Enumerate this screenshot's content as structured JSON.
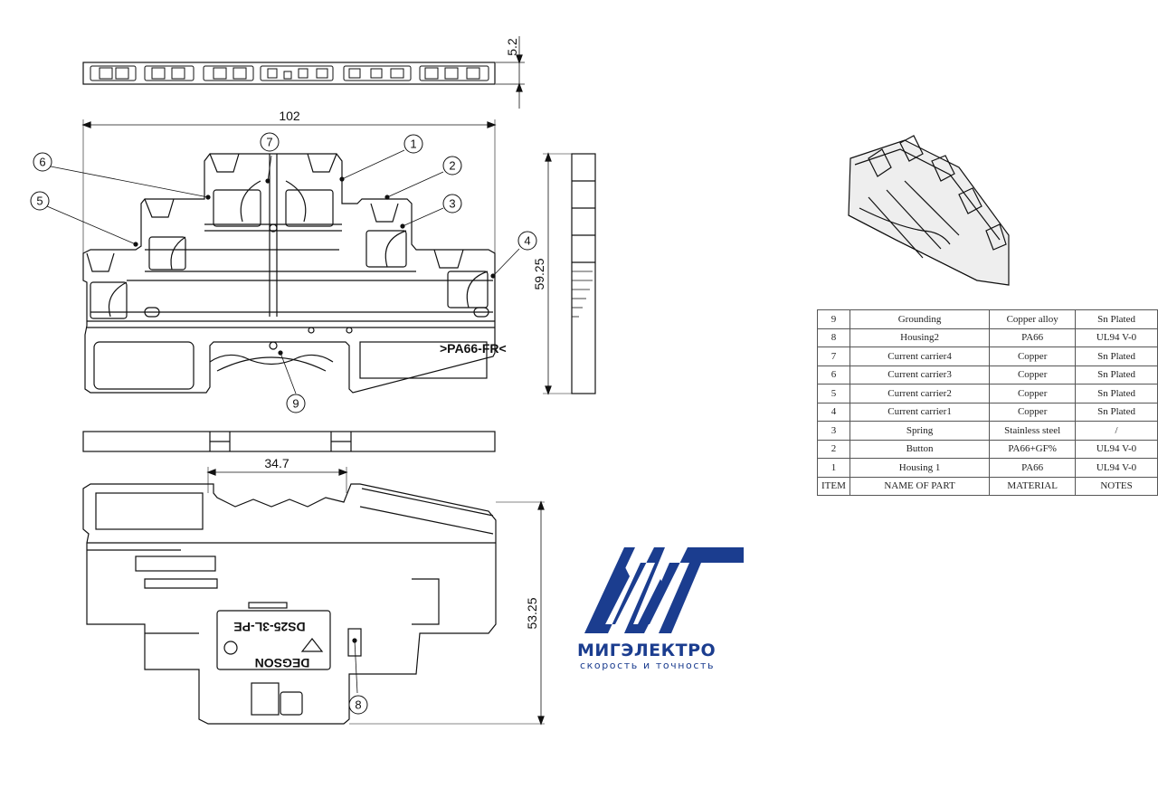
{
  "dimensions": {
    "top_height": "5.2",
    "width": "102",
    "height_side": "59.25",
    "offset_bottom": "34.7",
    "height_bottom": "53.25"
  },
  "balloons": [
    "1",
    "2",
    "3",
    "4",
    "5",
    "6",
    "7",
    "8",
    "9"
  ],
  "marking": {
    "housing_text": ">PA66-FR<",
    "label_line1": "DS25-3L-PE",
    "label_line2": "DEGSON"
  },
  "bom": {
    "rows": [
      {
        "item": "9",
        "name": "Grounding",
        "material": "Copper alloy",
        "notes": "Sn Plated"
      },
      {
        "item": "8",
        "name": "Housing2",
        "material": "PA66",
        "notes": "UL94 V-0"
      },
      {
        "item": "7",
        "name": "Current carrier4",
        "material": "Copper",
        "notes": "Sn Plated"
      },
      {
        "item": "6",
        "name": "Current carrier3",
        "material": "Copper",
        "notes": "Sn Plated"
      },
      {
        "item": "5",
        "name": "Current carrier2",
        "material": "Copper",
        "notes": "Sn Plated"
      },
      {
        "item": "4",
        "name": "Current carrier1",
        "material": "Copper",
        "notes": "Sn Plated"
      },
      {
        "item": "3",
        "name": "Spring",
        "material": "Stainless steel",
        "notes": "/"
      },
      {
        "item": "2",
        "name": "Button",
        "material": "PA66+GF%",
        "notes": "UL94 V-0"
      },
      {
        "item": "1",
        "name": "Housing 1",
        "material": "PA66",
        "notes": "UL94 V-0"
      }
    ],
    "header": {
      "item": "ITEM",
      "name": "NAME OF PART",
      "material": "MATERIAL",
      "notes": "NOTES"
    }
  },
  "logo": {
    "name": "МИГЭЛЕКТРО",
    "tagline": "скорость и точность",
    "color": "#1b3d8f"
  }
}
